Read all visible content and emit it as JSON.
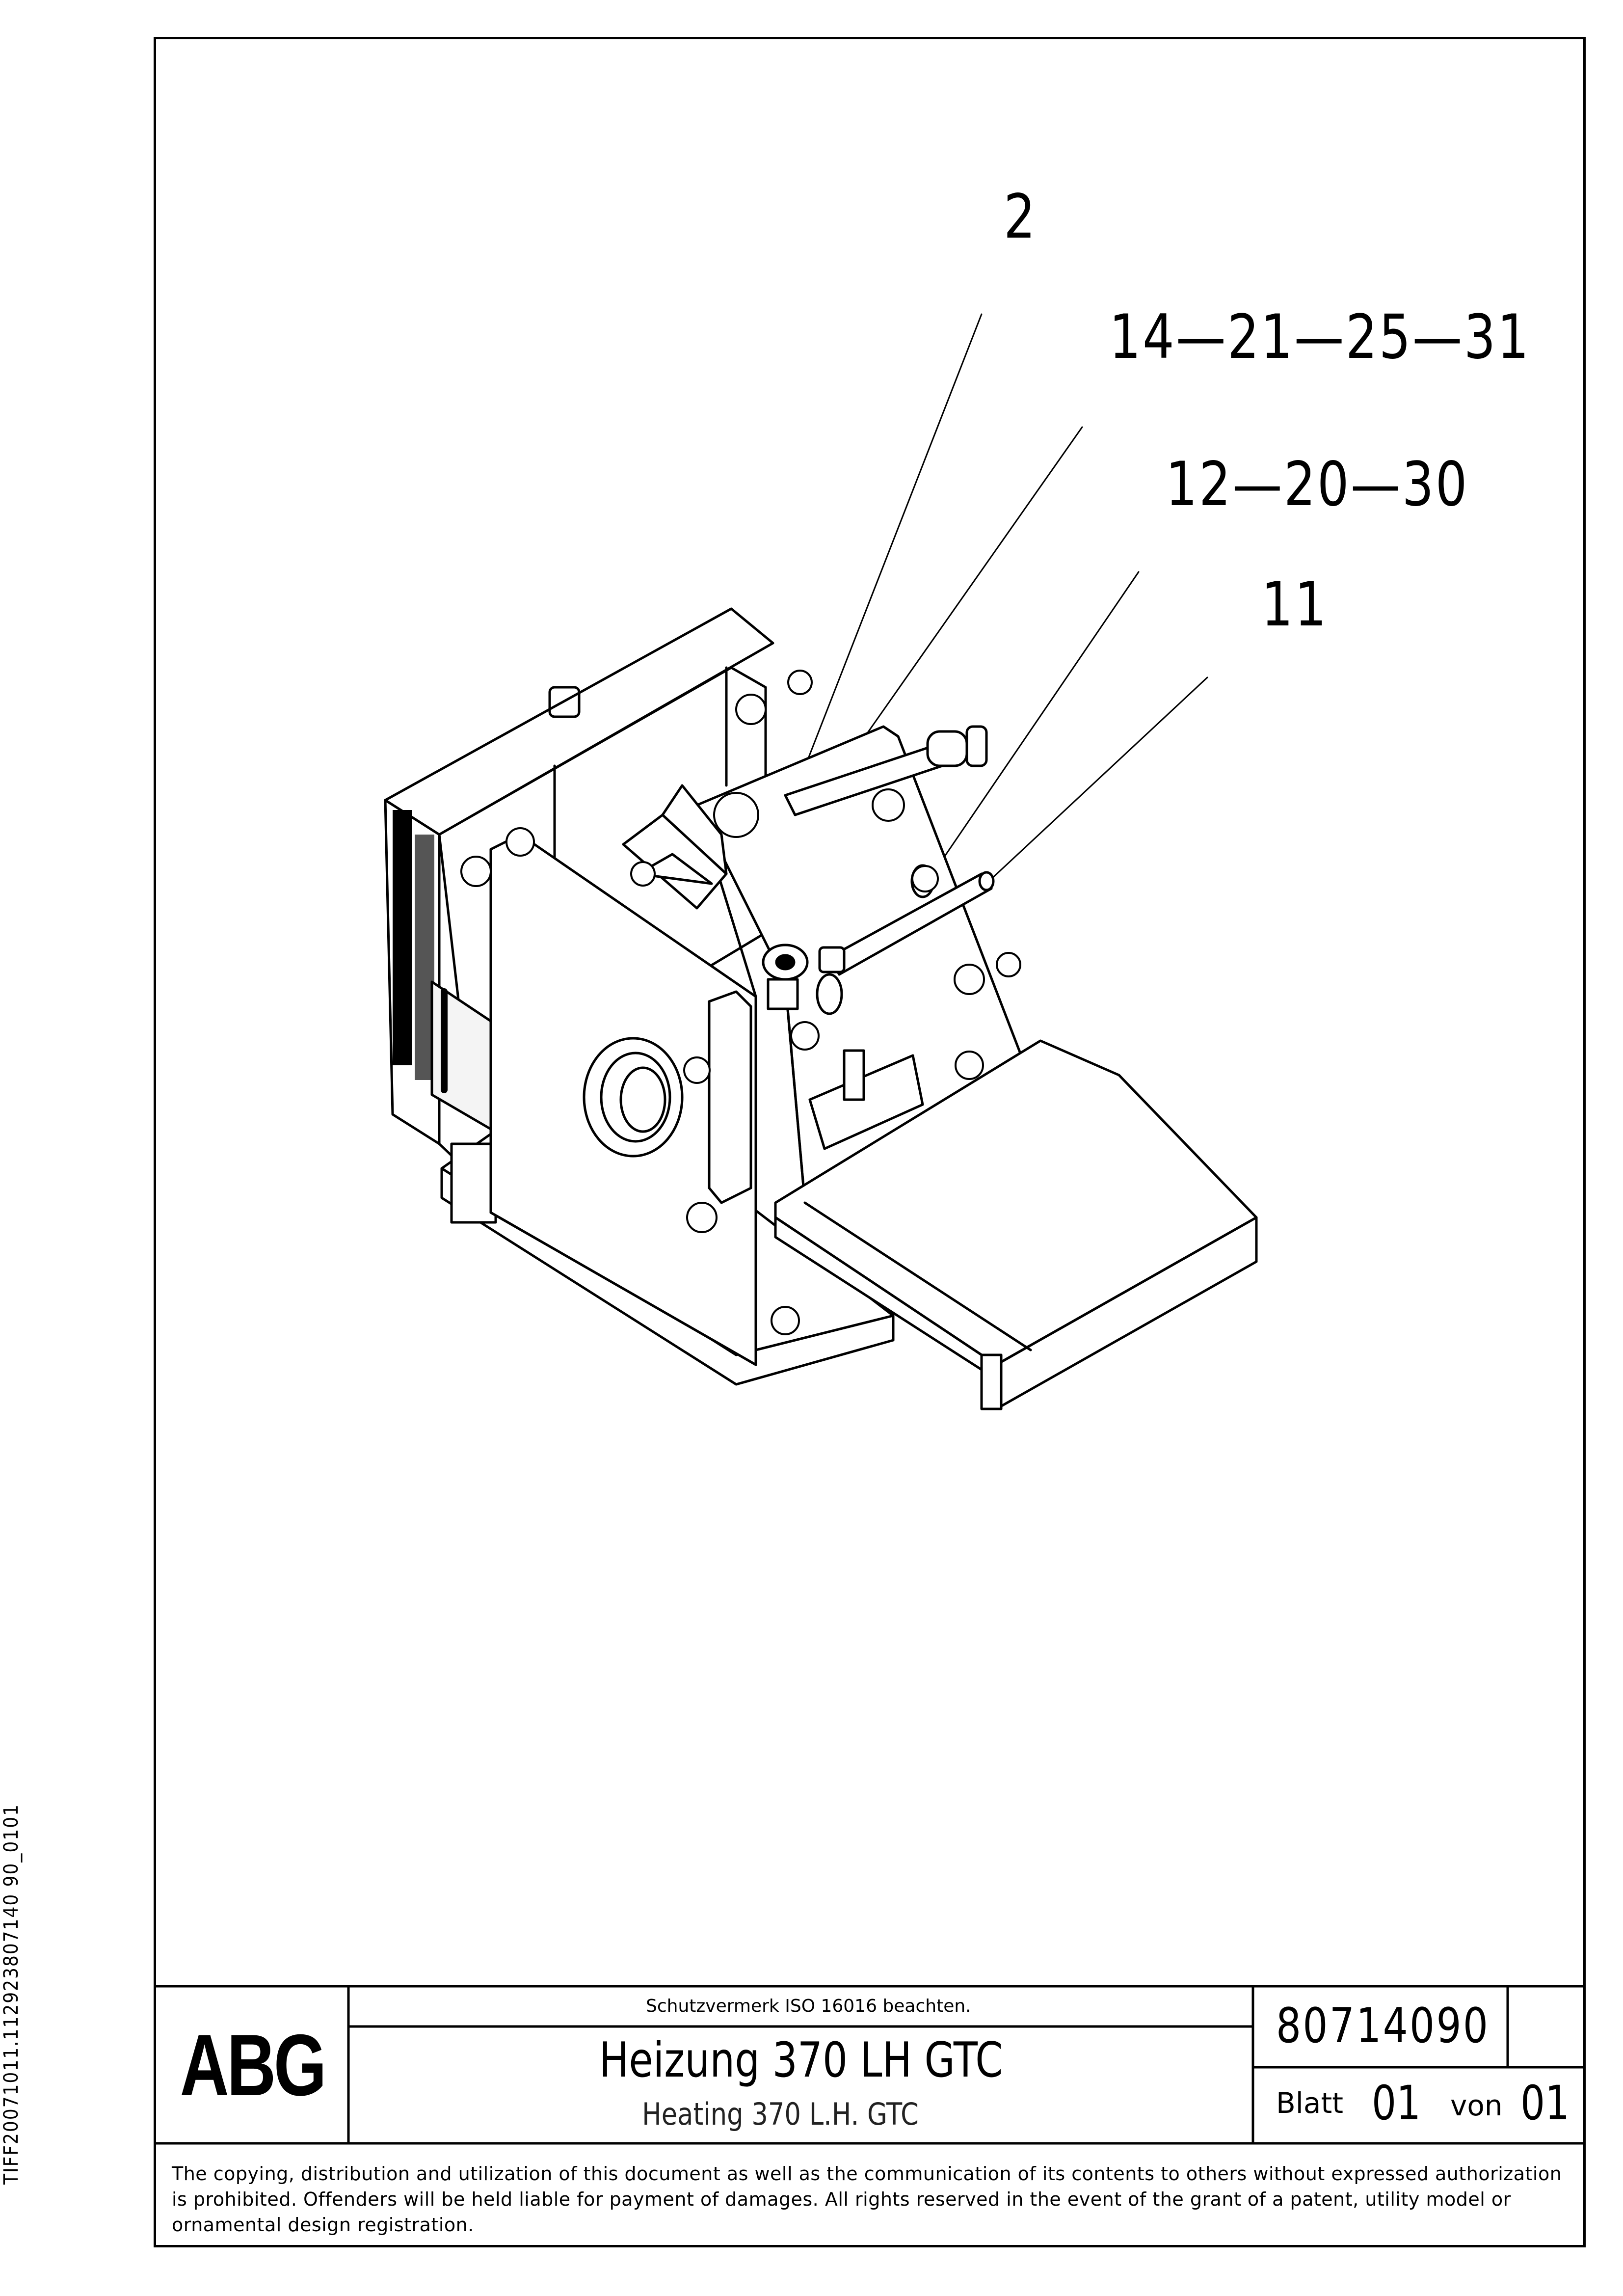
{
  "side_id": "TIFF20071011.112923807140 90_0101",
  "callouts": {
    "c1": "2",
    "c2": "14—21—25—31",
    "c3": "12—20—30",
    "c4": "11"
  },
  "title_block": {
    "logo": "ABG",
    "protection_note": "Schutzvermerk ISO 16016 beachten.",
    "title_de": "Heizung 370 LH GTC",
    "title_en": "Heating 370 L.H. GTC",
    "doc_number": "80714090",
    "sheet_label": "Blatt",
    "sheet_value": "01",
    "of_label": "von",
    "of_value": "01"
  },
  "legal": {
    "line1": "The copying, distribution and utilization of this document as well as the communication of its contents to others without expressed authorization",
    "line2": "is prohibited. Offenders will be held liable for payment of damages. All rights reserved in the event of the grant of a patent, utility model or",
    "line3": "ornamental design registration."
  }
}
